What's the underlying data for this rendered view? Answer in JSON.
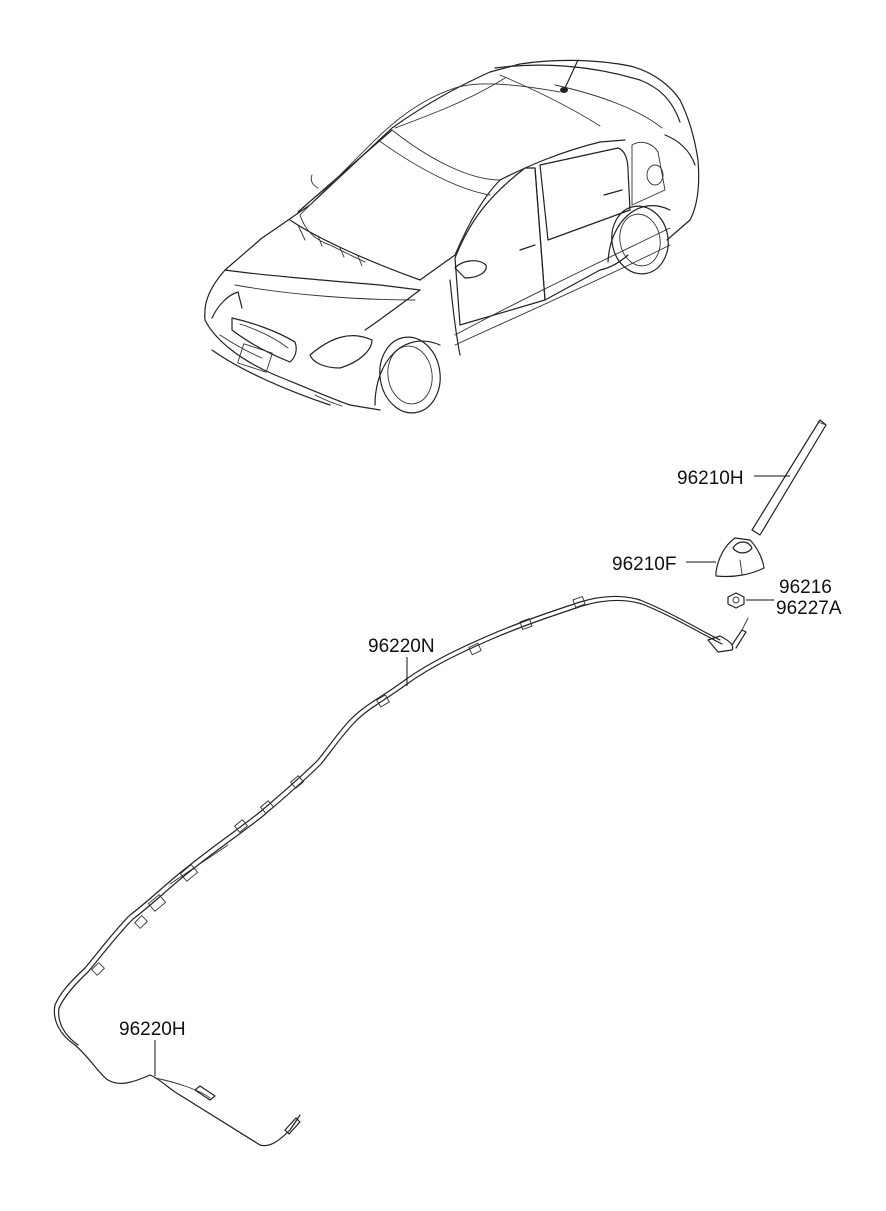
{
  "labels": {
    "antenna_mast": "96210H",
    "antenna_base": "96210F",
    "antenna_nut_1": "96216",
    "antenna_nut_2": "96227A",
    "antenna_feeder_cable": "96220N",
    "antenna_extension_cable": "96220H"
  },
  "colors": {
    "line": "#222222",
    "background": "#ffffff"
  }
}
